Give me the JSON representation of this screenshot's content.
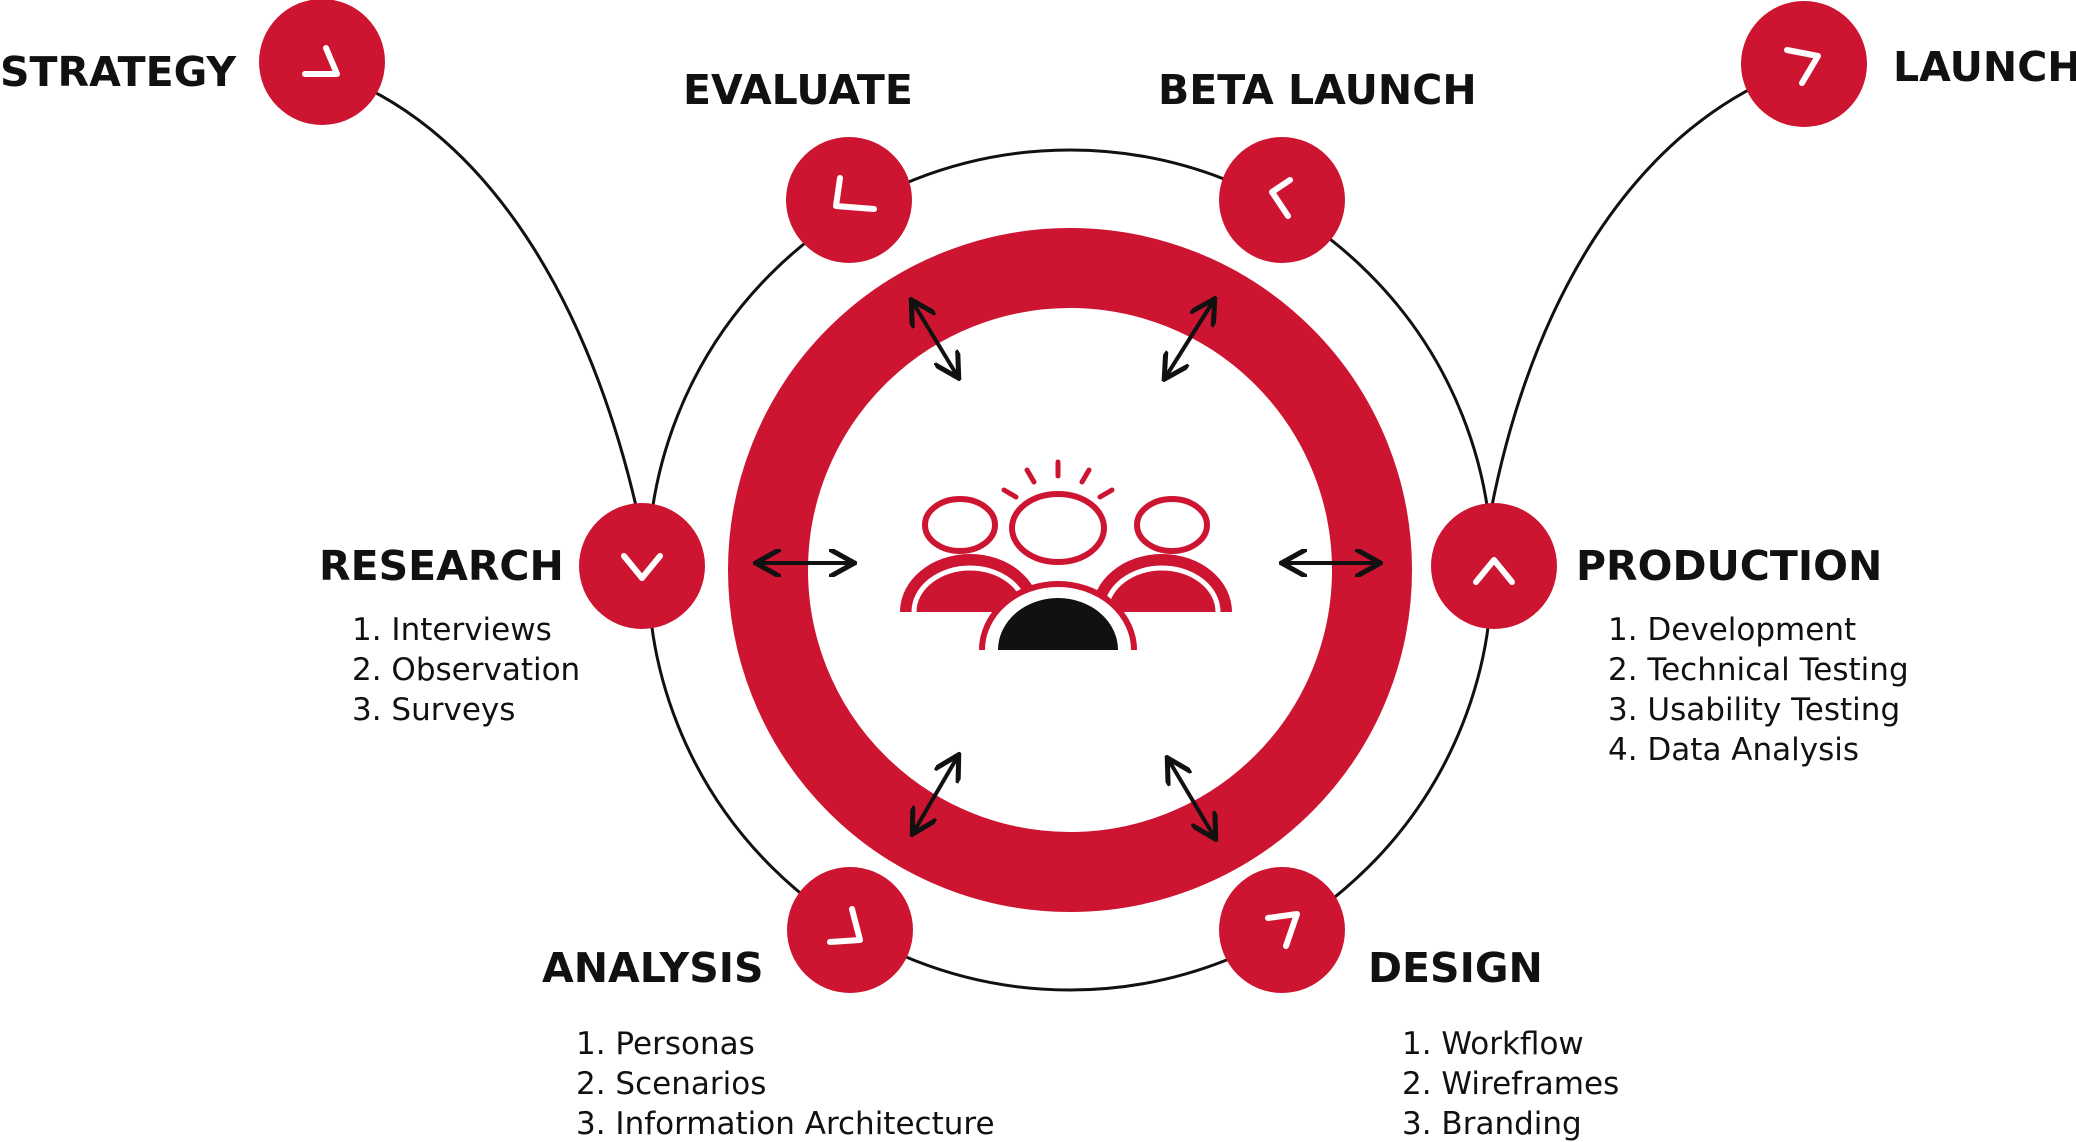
{
  "colors": {
    "accent": "#cd1531",
    "ink": "#111111",
    "background": "#ffffff"
  },
  "center_icon": "team-people-icon",
  "stages": {
    "strategy": {
      "label": "STRATEGY",
      "icon": "chevron-down-icon"
    },
    "evaluate": {
      "label": "EVALUATE",
      "icon": "chevron-left-icon"
    },
    "beta_launch": {
      "label": "BETA LAUNCH",
      "icon": "chevron-left-icon"
    },
    "launch": {
      "label": "LAUNCH",
      "icon": "chevron-right-icon"
    },
    "research": {
      "label": "RESEARCH",
      "icon": "chevron-down-icon",
      "items": [
        "1. Interviews",
        "2. Observation",
        "3. Surveys"
      ]
    },
    "production": {
      "label": "PRODUCTION",
      "icon": "chevron-up-icon",
      "items": [
        "1. Development",
        "2. Technical Testing",
        "3. Usability Testing",
        "4. Data Analysis"
      ]
    },
    "analysis": {
      "label": "ANALYSIS",
      "icon": "chevron-right-icon",
      "items": [
        "1. Personas",
        "2. Scenarios",
        "3. Information Architecture"
      ]
    },
    "design": {
      "label": "DESIGN",
      "icon": "chevron-right-icon",
      "items": [
        "1. Workflow",
        "2. Wireframes",
        "3. Branding"
      ]
    }
  }
}
